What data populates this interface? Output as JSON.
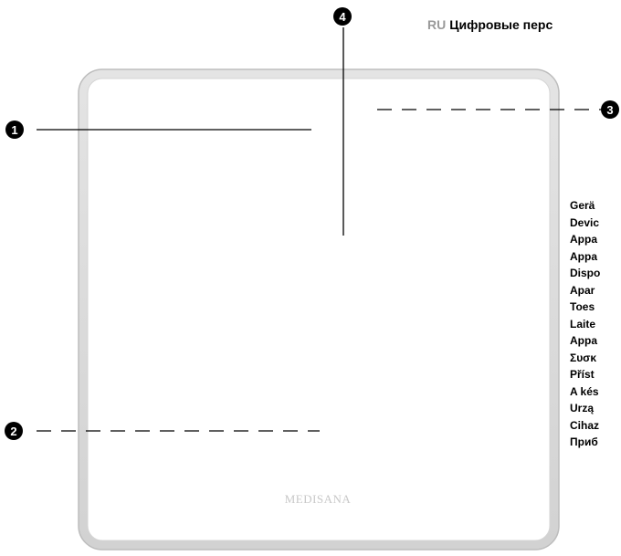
{
  "header": {
    "lang": "RU",
    "title": "Цифровые перс"
  },
  "device": {
    "brand": "MEDISANA"
  },
  "callouts": [
    "1",
    "2",
    "3",
    "4"
  ],
  "device_names": [
    "Gerä",
    "Devic",
    "Appa",
    "Appa",
    "Dispo",
    "Apar",
    "Toes",
    "Laite",
    "Appa",
    "Συσκ",
    "Příst",
    "A kés",
    "Urzą",
    "Cihaz",
    "Приб"
  ]
}
